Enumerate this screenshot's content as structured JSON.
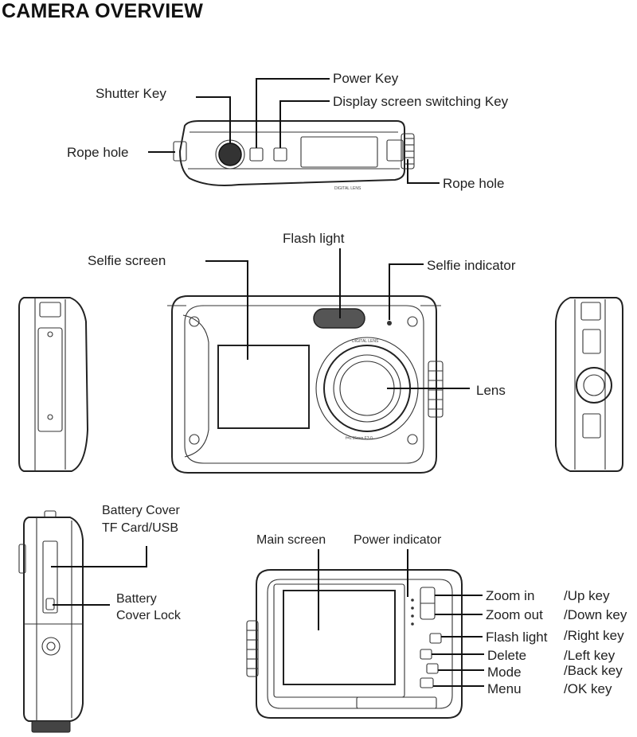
{
  "title": "CAMERA OVERVIEW",
  "top_view": {
    "shutter_key": "Shutter Key",
    "power_key": "Power Key",
    "display_switch_key": "Display screen switching Key",
    "rope_hole_left": "Rope hole",
    "rope_hole_right": "Rope hole"
  },
  "front_view": {
    "flash_light": "Flash light",
    "selfie_screen": "Selfie screen",
    "selfie_indicator": "Selfie indicator",
    "lens": "Lens"
  },
  "side_view": {
    "battery_cover_line1": "Battery Cover",
    "battery_cover_line2": "TF Card/USB",
    "battery_lock_line1": "Battery",
    "battery_lock_line2": "Cover Lock"
  },
  "back_view": {
    "main_screen": "Main screen",
    "power_indicator": "Power indicator",
    "buttons": [
      {
        "name": "Zoom in",
        "alt": "/Up key"
      },
      {
        "name": "Zoom out",
        "alt": "/Down key"
      },
      {
        "name": "Flash light",
        "alt": "/Right key"
      },
      {
        "name": "Delete",
        "alt": "/Left key"
      },
      {
        "name": "Mode",
        "alt": "/Back key"
      },
      {
        "name": "Menu",
        "alt": "/OK key"
      }
    ]
  }
}
